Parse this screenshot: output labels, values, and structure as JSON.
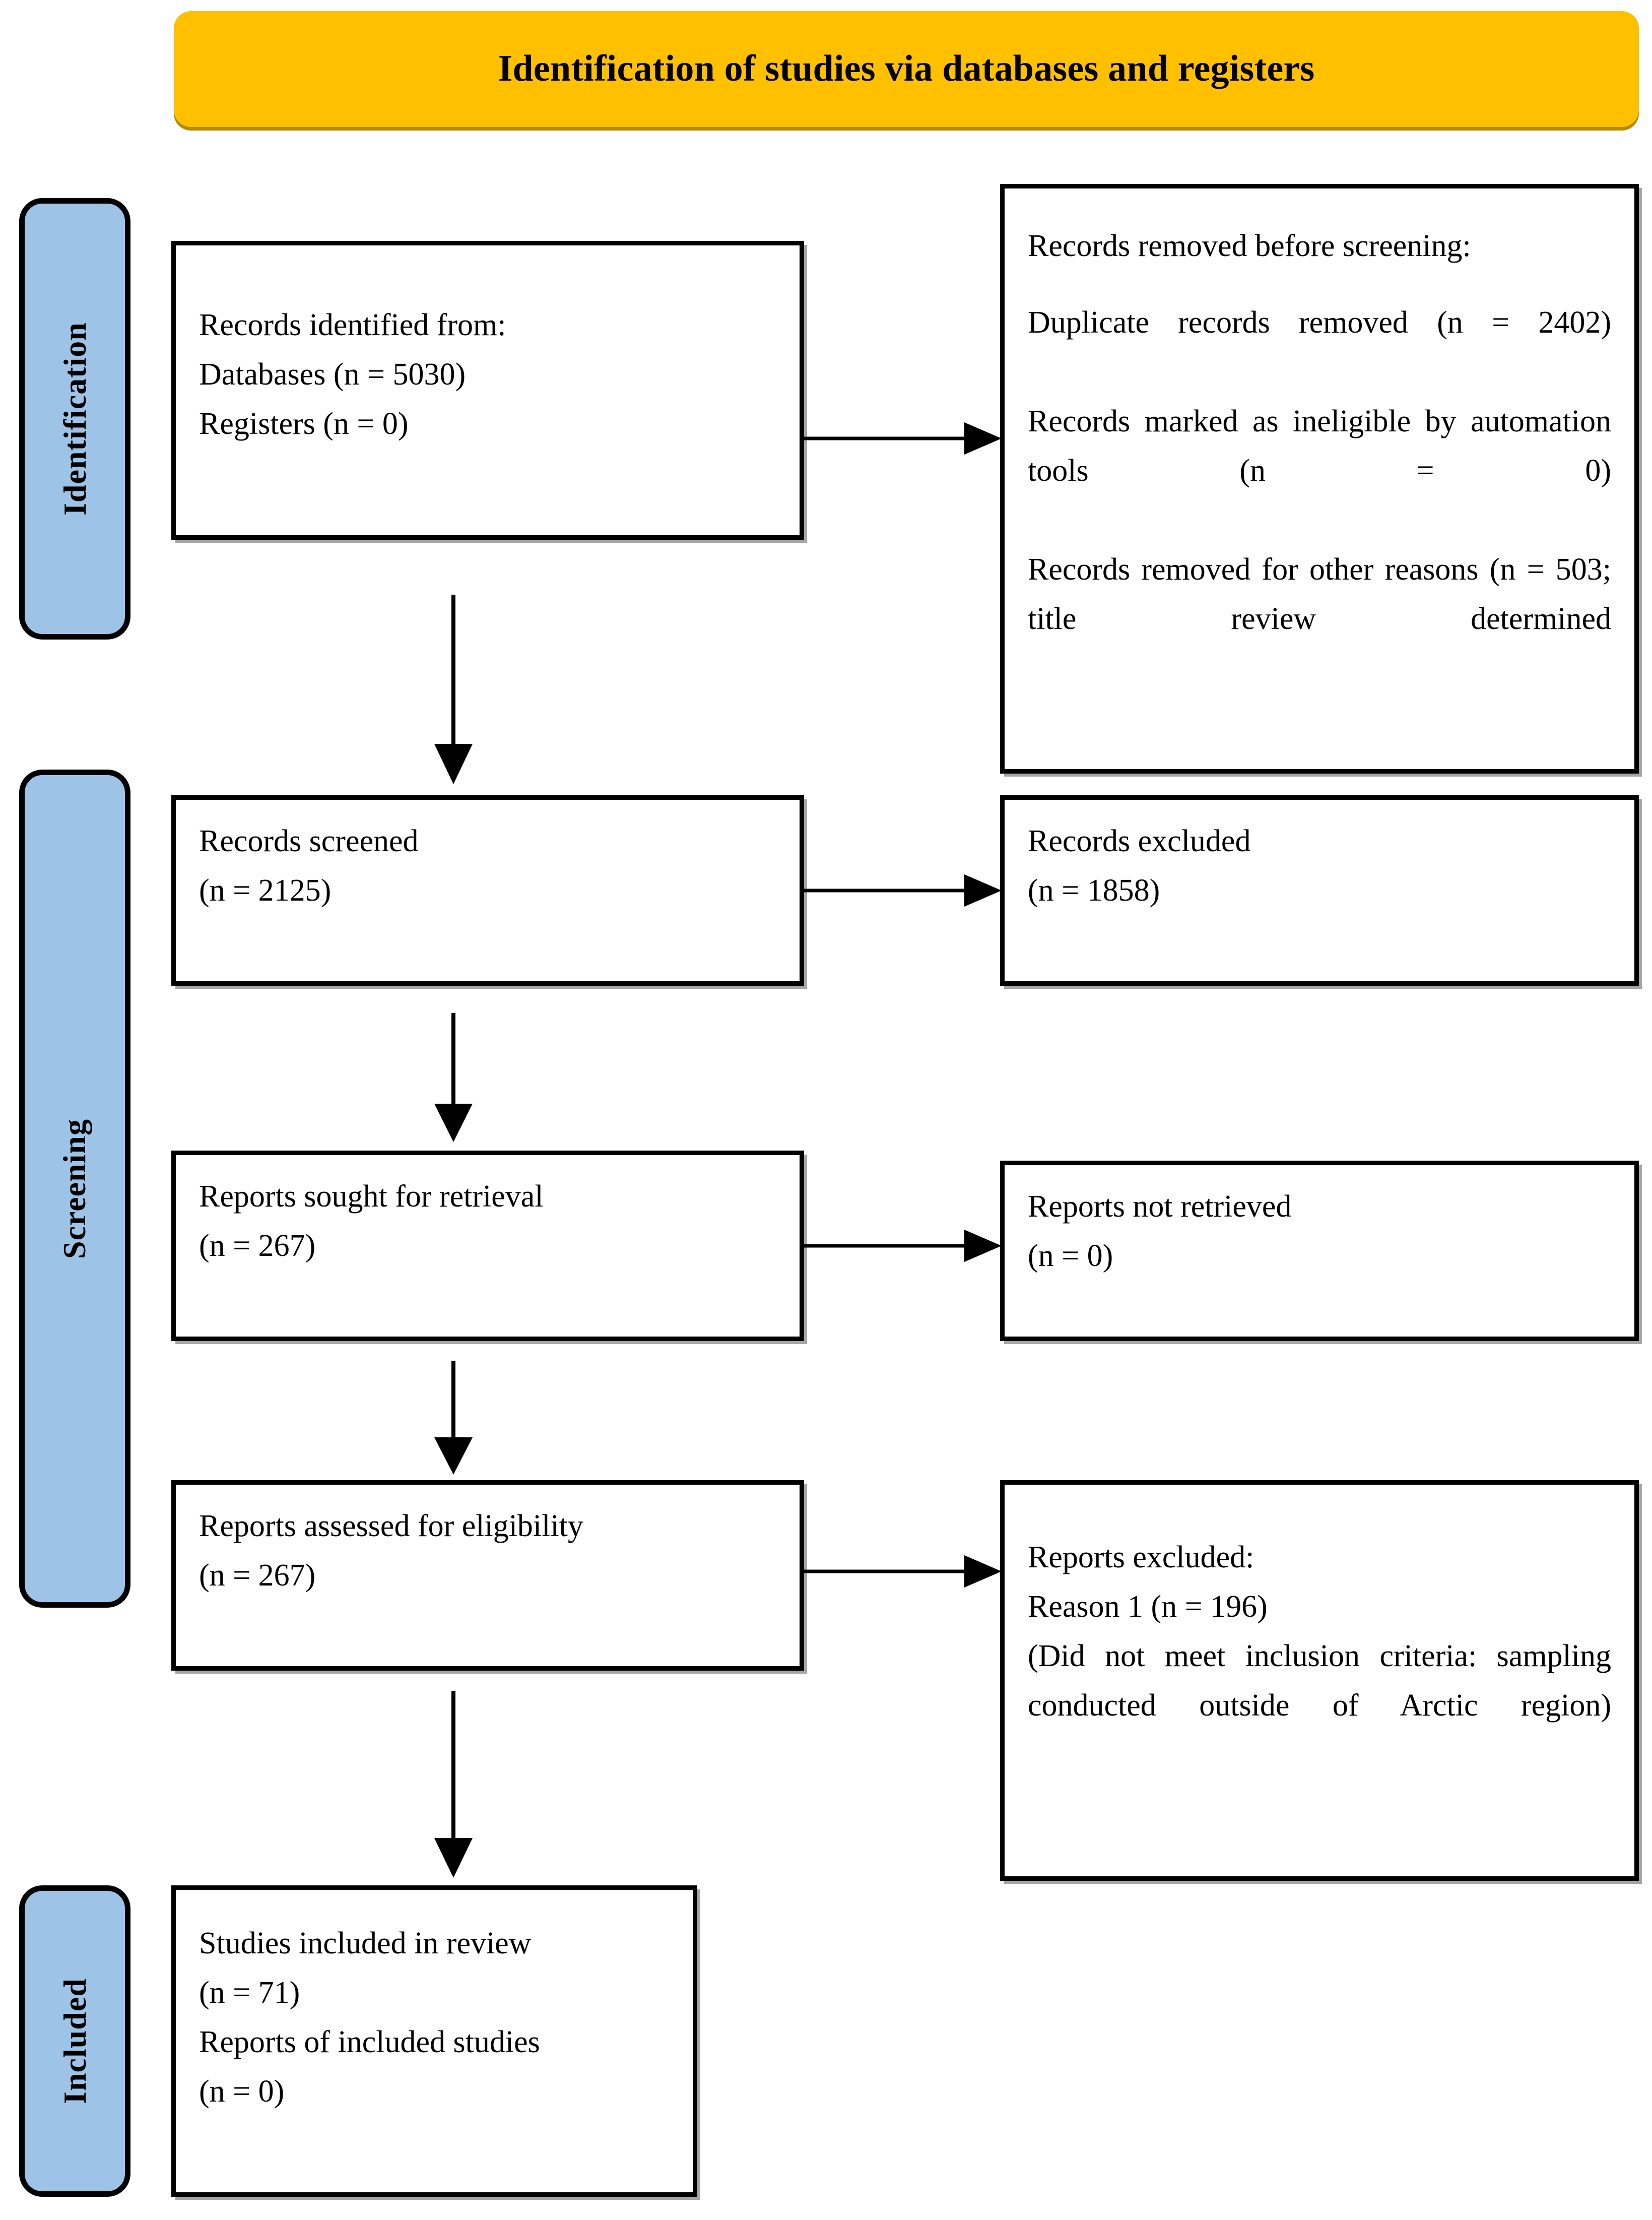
{
  "banner": {
    "title": "Identification of studies via databases and registers",
    "bg_color": "#FFC000"
  },
  "rails": {
    "bg_color": "#9DC3E6",
    "items": [
      {
        "id": "identification",
        "label": "Identification"
      },
      {
        "id": "screening",
        "label": "Screening"
      },
      {
        "id": "included",
        "label": "Included"
      }
    ]
  },
  "boxes": {
    "identified": {
      "line1": "Records identified from:",
      "line2": "Databases (n = 5030)",
      "line3": "Registers (n = 0)"
    },
    "removed": {
      "heading": "Records removed before screening:",
      "line1": "Duplicate records removed (n = 2402)",
      "line2": "Records marked as ineligible by automation tools (n = 0)",
      "line3": "Records removed for other reasons (n = 503; title review determined"
    },
    "screened": {
      "line1": "Records screened",
      "line2": "(n = 2125)"
    },
    "excluded_records": {
      "line1": "Records excluded",
      "line2": "(n = 1858)"
    },
    "sought": {
      "line1": "Reports sought for retrieval",
      "line2": "(n = 267)"
    },
    "not_retrieved": {
      "line1": "Reports not retrieved",
      "line2": "(n = 0)"
    },
    "assessed": {
      "line1": "Reports assessed for eligibility",
      "line2": "(n = 267)"
    },
    "excluded_reports": {
      "heading": "Reports excluded:",
      "line1": "Reason 1 (n = 196)",
      "line2": "(Did not meet inclusion criteria: sampling conducted outside of Arctic region)"
    },
    "included": {
      "line1": "Studies included in review",
      "line2": "(n = 71)",
      "line3": "Reports of included studies",
      "line4": "(n = 0)"
    }
  },
  "chart_data": {
    "type": "diagram",
    "title": "Identification of studies via databases and registers",
    "stages": [
      {
        "stage": "Identification",
        "node": "Records identified from databases",
        "n": 5030
      },
      {
        "stage": "Identification",
        "node": "Records identified from registers",
        "n": 0
      },
      {
        "stage": "Identification",
        "node": "Duplicate records removed",
        "n": 2402
      },
      {
        "stage": "Identification",
        "node": "Records marked as ineligible by automation tools",
        "n": 0
      },
      {
        "stage": "Identification",
        "node": "Records removed for other reasons",
        "n": 503
      },
      {
        "stage": "Screening",
        "node": "Records screened",
        "n": 2125
      },
      {
        "stage": "Screening",
        "node": "Records excluded",
        "n": 1858
      },
      {
        "stage": "Screening",
        "node": "Reports sought for retrieval",
        "n": 267
      },
      {
        "stage": "Screening",
        "node": "Reports not retrieved",
        "n": 0
      },
      {
        "stage": "Screening",
        "node": "Reports assessed for eligibility",
        "n": 267
      },
      {
        "stage": "Screening",
        "node": "Reports excluded - Reason 1",
        "n": 196
      },
      {
        "stage": "Included",
        "node": "Studies included in review",
        "n": 71
      },
      {
        "stage": "Included",
        "node": "Reports of included studies",
        "n": 0
      }
    ]
  }
}
